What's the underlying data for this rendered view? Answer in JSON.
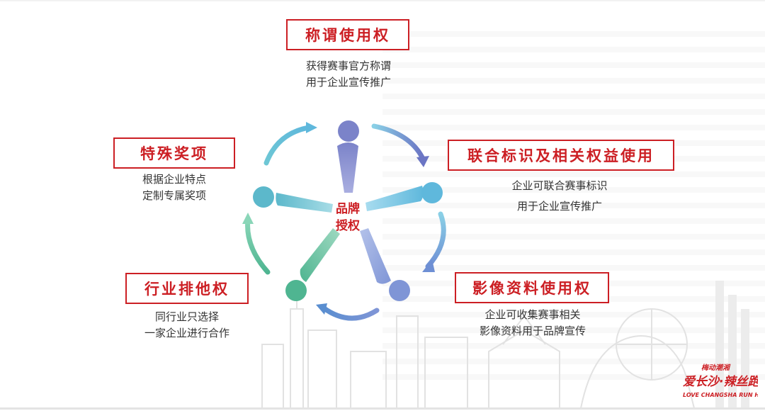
{
  "center": {
    "line1": "品牌",
    "line2": "授权"
  },
  "items": [
    {
      "title": "称谓使用权",
      "lines": [
        "获得赛事官方称谓",
        "用于企业宣传推广"
      ]
    },
    {
      "title": "联合标识及相关权益使用",
      "lines": [
        "企业可联合赛事标识",
        "用于企业宣传推广"
      ]
    },
    {
      "title": "影像资料使用权",
      "lines": [
        "企业可收集赛事相关",
        "影像资料用于品牌宣传"
      ]
    },
    {
      "title": "行业排他权",
      "lines": [
        "同行业只选择",
        "一家企业进行合作"
      ]
    },
    {
      "title": "特殊奖项",
      "lines": [
        "根据企业特点",
        "定制专属奖项"
      ]
    }
  ],
  "logo": {
    "line1": "梅动潮湘",
    "line2": "爱长沙·辣丝跑",
    "line3": "LOVE CHANGSHA RUN HOT"
  },
  "colors": {
    "accent": "#cc1f24",
    "person_top": "#7b83c9",
    "person_right": "#5fb8dc",
    "person_bottom_right": "#7f95d6",
    "person_bottom_left": "#4fb591",
    "person_left": "#5cb8cb"
  }
}
